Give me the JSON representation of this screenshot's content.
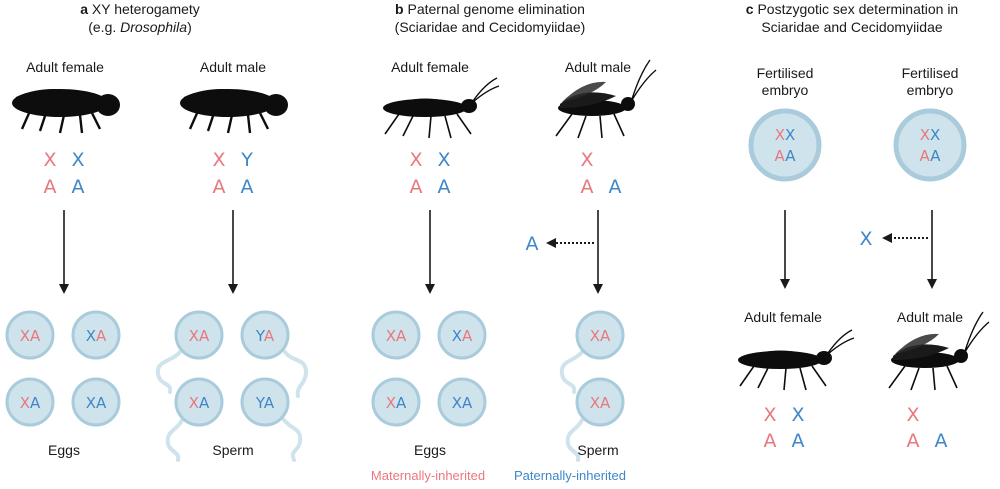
{
  "panels": {
    "a": {
      "letter": "a",
      "title_pre": "XY heterogamety",
      "title_line2_pre": "(e.g. ",
      "title_italic": "Drosophila",
      "title_line2_post": ")"
    },
    "b": {
      "letter": "b",
      "title_pre": "Paternal genome elimination",
      "title_line2": "(Sciaridae and Cecidomyiidae)"
    },
    "c": {
      "letter": "c",
      "title_pre": "Postzygotic sex determination in",
      "title_line2": "Sciaridae and Cecidomyiidae"
    }
  },
  "labels": {
    "adult_female": "Adult female",
    "adult_male": "Adult male",
    "eggs": "Eggs",
    "sperm": "Sperm",
    "fertilised": "Fertilised",
    "embryo": "embryo"
  },
  "chrom": {
    "X": "X",
    "Y": "Y",
    "A": "A"
  },
  "legend": {
    "maternal": "Maternally-inherited",
    "paternal": "Paternally-inherited"
  },
  "colors": {
    "maternal": "#e8787e",
    "paternal": "#3f87c8",
    "cell_fill": "#cfe3ec",
    "cell_ring": "#a9cbdb",
    "silhouette": "#0d0d0d"
  }
}
